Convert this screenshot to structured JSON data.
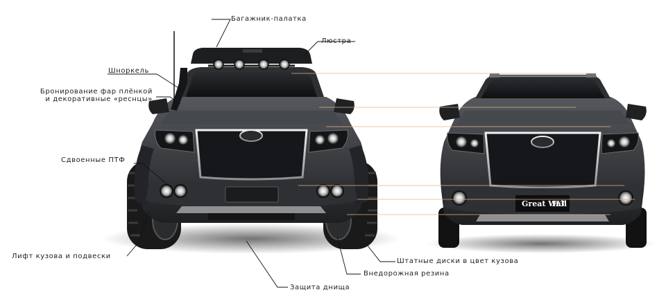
{
  "callouts": {
    "roof_rack": "Багажник-палатка",
    "chandelier": "Люстра",
    "snorkel": "Шноркель",
    "headlight_line1": "Бронирование фар плёнкой",
    "headlight_line2": "и декоративные «реснцы»",
    "fog_lights": "Сдвоенные ПТФ",
    "lift": "Лифт кузова и подвески",
    "stock_wheels": "Штатные диски в цвет кузова",
    "offroad_tires": "Внедорожная резина",
    "skid_plate": "Защита днища"
  },
  "badge": {
    "brand": "Great Wall",
    "model": "H3"
  },
  "colors": {
    "body": "#3a3c40",
    "dark": "#1b1c1e",
    "chrome": "#d8d8d8",
    "guide_line": "#e2b48a",
    "leader_line": "#111111",
    "label_text": "#222222"
  }
}
